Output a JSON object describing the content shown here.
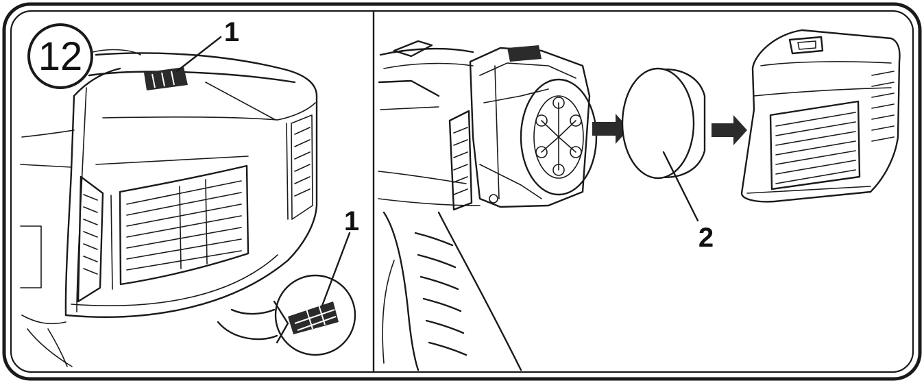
{
  "step_badge": {
    "text": "12"
  },
  "callouts": {
    "left_top": "1",
    "left_inset": "1",
    "right_filter": "2"
  },
  "icons": [
    "arrow-right-icon",
    "arrow-right-icon",
    "curved-arrow-icon"
  ],
  "colors": {
    "ink": "#1a1a1a",
    "paper": "#ffffff"
  }
}
